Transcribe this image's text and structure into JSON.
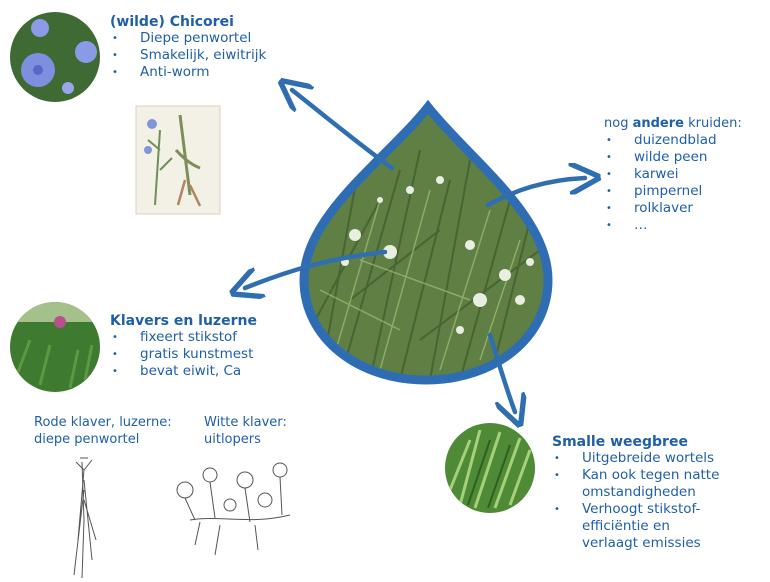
{
  "chicory": {
    "title": "(wilde) Chicorei",
    "items": [
      "Diepe penwortel",
      "Smakelijk, eiwitrijk",
      "Anti-worm"
    ]
  },
  "other_herbs": {
    "title_prefix": "nog ",
    "title_emph": "andere",
    "title_suffix": " kruiden:",
    "items": [
      "duizendblad",
      "wilde peen",
      "karwei",
      "pimpernel",
      "rolklaver",
      "…"
    ]
  },
  "clover": {
    "title": "Klavers en luzerne",
    "items": [
      "fixeert stikstof",
      "gratis kunstmest",
      "bevat eiwit, Ca"
    ]
  },
  "red_clover": {
    "line1": "Rode klaver, luzerne:",
    "line2": "diepe penwortel"
  },
  "white_clover": {
    "line1": "Witte klaver:",
    "line2": "uitlopers"
  },
  "plantain": {
    "title": "Smalle weegbree",
    "items": [
      [
        "Uitgebreide wortels"
      ],
      [
        "Kan ook tegen natte",
        "omstandigheden"
      ],
      [
        "Verhoogt stikstof-",
        "efficiëntie en",
        "verlaagt emissies"
      ]
    ]
  },
  "bullet_char": "•",
  "colors": {
    "text": "#1f5fa8",
    "arrow": "#2f6eb0",
    "drop_border": "#2e6db4"
  }
}
